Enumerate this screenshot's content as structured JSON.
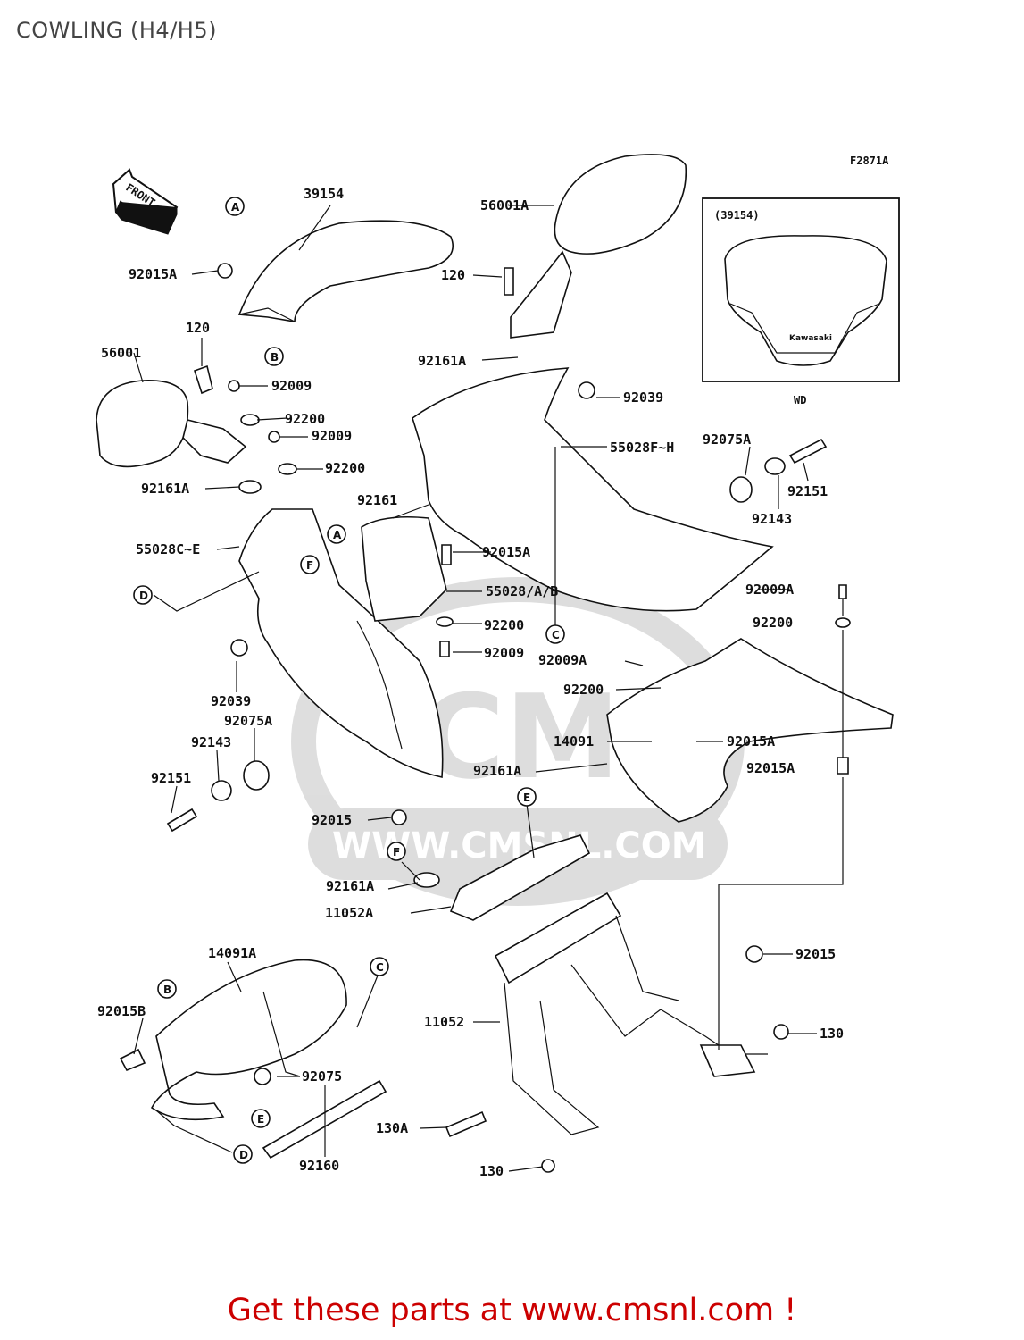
{
  "title": "COWLING (H4/H5)",
  "figure_code": "F2871A",
  "front_arrow_label": "FRONT",
  "inset": {
    "part": "(39154)",
    "caption": "WD",
    "brand": "Kawasaki"
  },
  "watermark": {
    "logo": "CMS",
    "url": "WWW.CMSNL.COM"
  },
  "footer": "Get these parts at www.cmsnl.com !",
  "refs": [
    "A",
    "B",
    "C",
    "D",
    "E",
    "F"
  ],
  "parts": [
    "39154",
    "92015A",
    "120",
    "56001",
    "92009",
    "92200",
    "92161A",
    "55028C~E",
    "92039",
    "92075A",
    "92143",
    "92151",
    "56001A",
    "55028F~H",
    "92161",
    "55028/A/B",
    "92009A",
    "14091",
    "92015",
    "11052A",
    "14091A",
    "92015B",
    "92075",
    "92160",
    "11052",
    "130",
    "130A"
  ]
}
